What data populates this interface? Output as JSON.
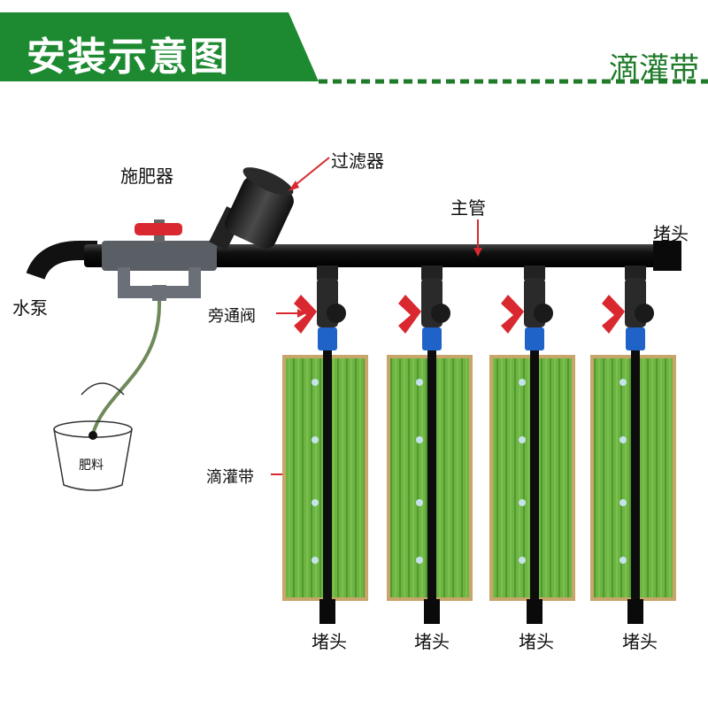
{
  "header": {
    "title": "安装示意图",
    "brand": "滴灌带"
  },
  "labels": {
    "fertilizer_applicator": "施肥器",
    "filter": "过滤器",
    "main_pipe": "主管",
    "end_cap": "堵头",
    "water_pump": "水泵",
    "bypass_valve": "旁通阀",
    "drip_tape": "滴灌带",
    "fertilizer": "肥料"
  },
  "bottom_caps": [
    "堵头",
    "堵头",
    "堵头",
    "堵头"
  ],
  "colors": {
    "banner_green": "#1d8a32",
    "dashed_line": "#1f7a2a",
    "pipe": "#111111",
    "valve_red": "#d9282f",
    "connector_blue": "#1f63c9",
    "field_green": "#5fae3a",
    "field_border": "#c8a56a"
  }
}
